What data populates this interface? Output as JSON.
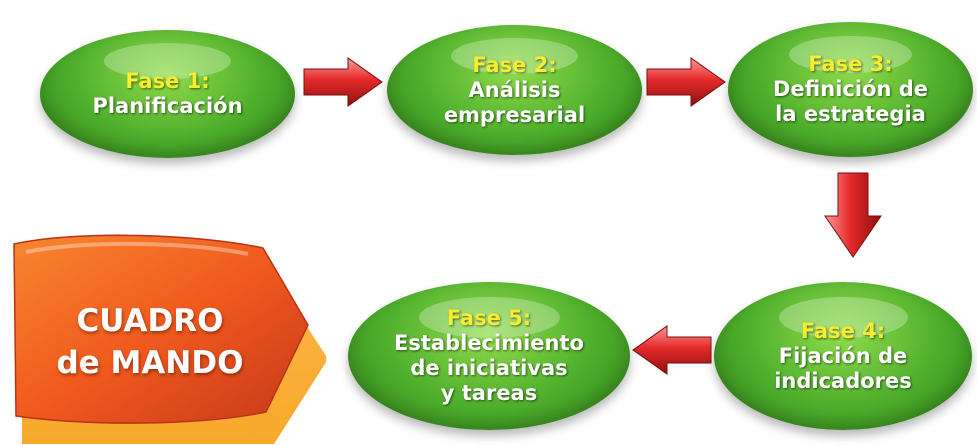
{
  "phases": [
    {
      "title": "Fase 1:",
      "text": "Planificación"
    },
    {
      "title": "Fase 2:",
      "text": "Análisis\nempresarial"
    },
    {
      "title": "Fase 3:",
      "text": "Definición de\nla estrategia"
    },
    {
      "title": "Fase 4:",
      "text": "Fijación de\nindicadores"
    },
    {
      "title": "Fase 5:",
      "text": "Establecimiento\nde iniciativas\ny tareas"
    }
  ],
  "result": {
    "text": "CUADRO\nde MANDO"
  },
  "colors": {
    "phase_green": "#4cad2b",
    "phase_title": "#f8ee2c",
    "arrow_red": "#d42020",
    "result_orange": "#f05a1e"
  }
}
